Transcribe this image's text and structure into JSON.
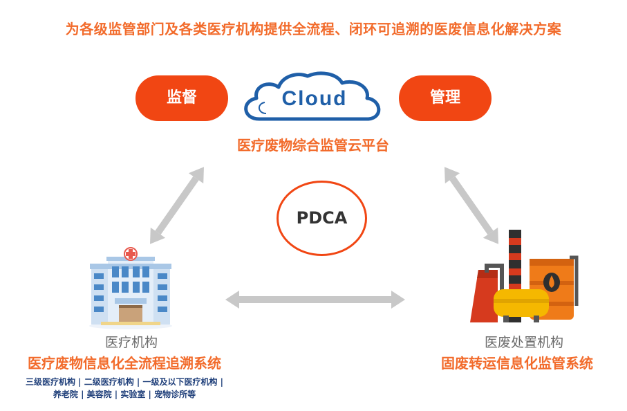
{
  "headline": "为各级监管部门及各类医疗机构提供全流程、闭环可追溯的医废信息化解决方案",
  "cloud": {
    "left_label": "监督",
    "right_label": "管理",
    "logo_text": "Cloud",
    "platform_name": "医疗废物综合监管云平台"
  },
  "cycle_label": "PDCA",
  "hospital": {
    "name": "医疗机构",
    "system": "医疗废物信息化全流程追溯系统",
    "types_line1": "三级医疗机构 | 二级医疗机构 | 一级及以下医疗机构 |",
    "types_line2": "养老院 | 美容院 | 实验室 | 宠物诊所等"
  },
  "disposal": {
    "name": "医废处置机构",
    "system": "固废转运信息化监管系统"
  },
  "colors": {
    "accent": "#f14613",
    "accent_text": "#f26b2b",
    "arrow": "#c8c8c8",
    "cloud_outline": "#1f5fa8"
  }
}
